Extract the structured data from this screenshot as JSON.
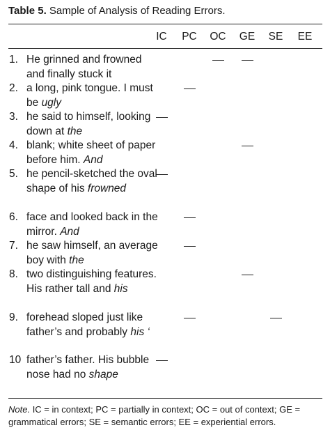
{
  "caption": {
    "label": "Table 5.",
    "title": "Sample of Analysis of Reading Errors."
  },
  "columns": [
    "IC",
    "PC",
    "OC",
    "GE",
    "SE",
    "EE"
  ],
  "rows": [
    {
      "num": "1.",
      "text": "He grinned and frowned and finally stuck it",
      "italic": "",
      "marks": [
        "OC",
        "GE"
      ]
    },
    {
      "num": "2.",
      "text": "a long, pink tongue. I must be ",
      "italic": "ugly",
      "marks": [
        "PC"
      ]
    },
    {
      "num": "3.",
      "text": "he said to himself, looking down at ",
      "italic": "the",
      "marks": [
        "IC"
      ]
    },
    {
      "num": "4.",
      "text": "blank; white sheet of paper before him. ",
      "italic": "And",
      "marks": [
        "GE"
      ]
    },
    {
      "num": "5.",
      "text": "he pencil-sketched the oval shape of his ",
      "italic": "frowned",
      "marks": [
        "IC"
      ]
    },
    {
      "num": "6.",
      "text": "face and looked back in the mirror. ",
      "italic": "And",
      "marks": [
        "PC"
      ]
    },
    {
      "num": "7.",
      "text": "he saw himself, an average boy with ",
      "italic": "the",
      "marks": [
        "PC"
      ]
    },
    {
      "num": "8.",
      "text": "two distinguishing features. His rather tall and ",
      "italic": "his",
      "marks": [
        "GE"
      ]
    },
    {
      "num": "9.",
      "text": "forehead sloped just like father’s and probably ",
      "italic": "his ‘",
      "marks": [
        "PC",
        "SE"
      ]
    },
    {
      "num": "10",
      "text": "father’s father. His bubble nose had no ",
      "italic": "shape",
      "marks": [
        "IC"
      ]
    }
  ],
  "note": {
    "label": "Note.",
    "text": " IC = in context; PC = partially in context; OC = out of context; GE = grammatical errors; SE = semantic errors; EE = experiential errors."
  }
}
